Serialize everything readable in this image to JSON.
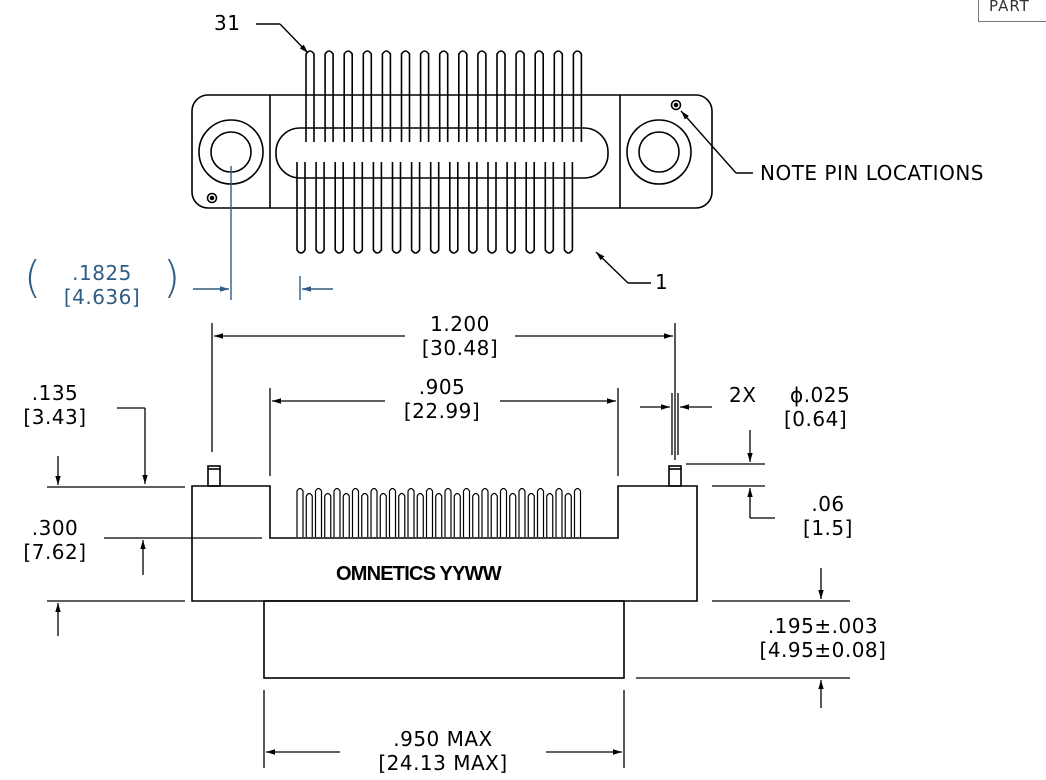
{
  "title_block": {
    "part_label": "PART"
  },
  "callouts": {
    "pin_31": "31",
    "pin_1": "1",
    "note_pin_locations": "NOTE PIN LOCATIONS"
  },
  "dimensions": {
    "pin_offset_in": ".1825",
    "pin_offset_mm": "[4.636]",
    "overall_width_in": "1.200",
    "overall_width_mm": "[30.48]",
    "cavity_width_in": ".905",
    "cavity_width_mm": "[22.99]",
    "pin_diameter_qty": "2X",
    "pin_diameter_in": "ϕ.025",
    "pin_diameter_mm": "[0.64]",
    "post_height_in": ".135",
    "post_height_mm": "[3.43]",
    "body_height_in": ".300",
    "body_height_mm": "[7.62]",
    "step_in": ".06",
    "step_mm": "[1.5]",
    "tail_height_in": ".195±.003",
    "tail_height_mm": "[4.95±0.08]",
    "tail_width_in": ".950 MAX",
    "tail_width_mm": "[24.13 MAX]"
  },
  "marking": {
    "brand_text": "OMNETICS YYWW"
  },
  "colors": {
    "line": "#000000",
    "reference_dimension": "#2f5d86",
    "background": "#ffffff"
  }
}
